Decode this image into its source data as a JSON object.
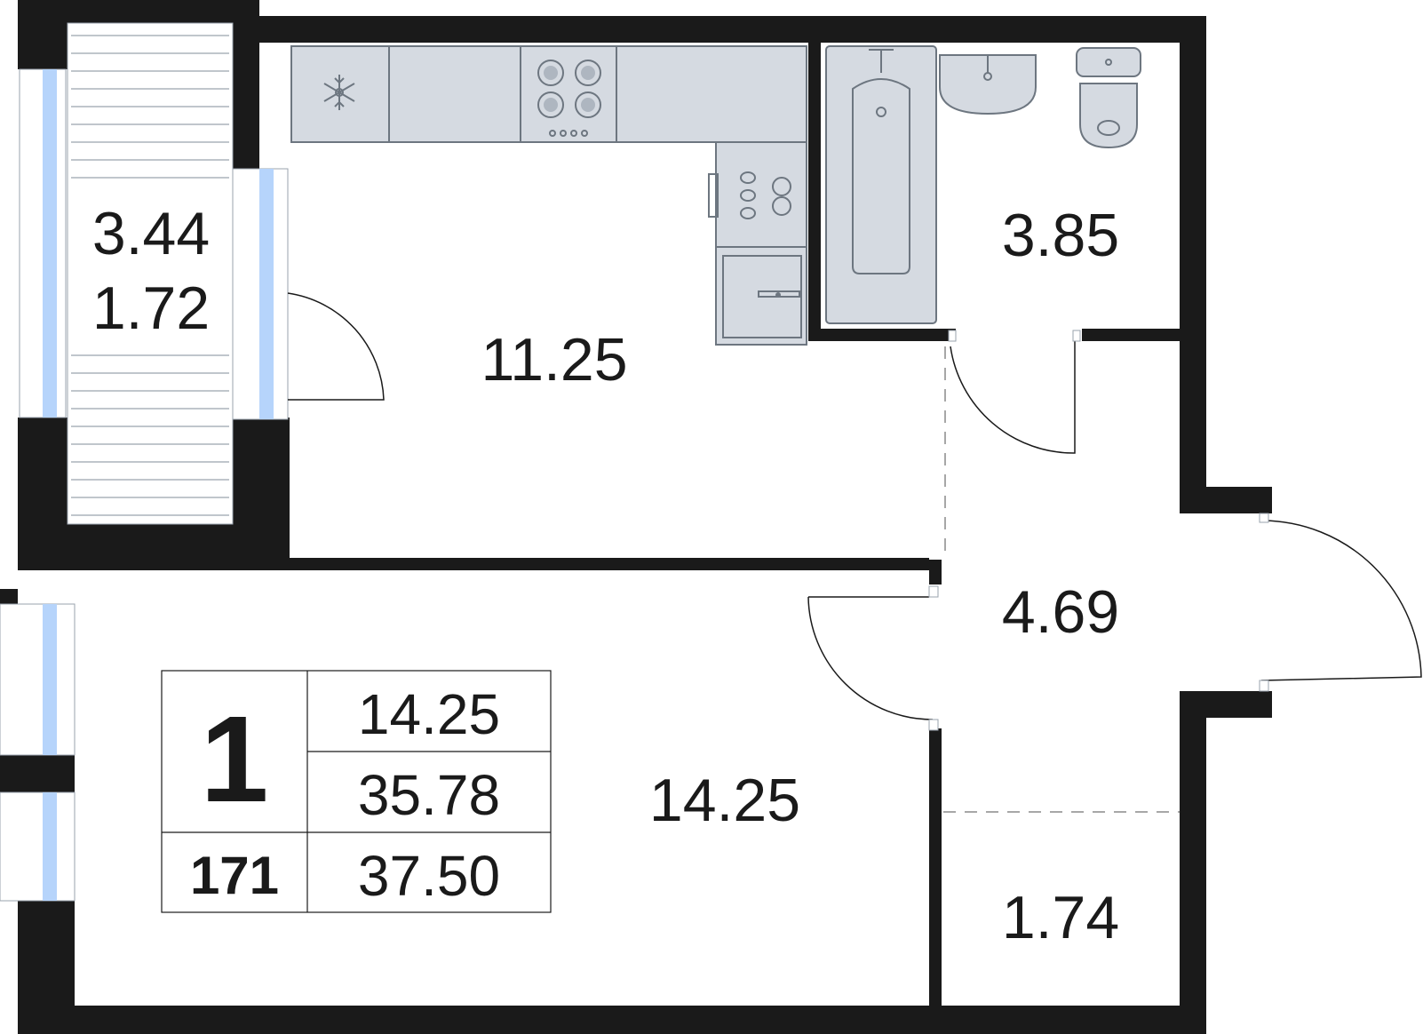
{
  "floor_plan": {
    "rooms": [
      {
        "id": "balcony",
        "area": "3.44",
        "area_reduced": "1.72"
      },
      {
        "id": "kitchen",
        "area": "11.25"
      },
      {
        "id": "bathroom",
        "area": "3.85"
      },
      {
        "id": "hall",
        "area": "4.69"
      },
      {
        "id": "living-room",
        "area": "14.25"
      },
      {
        "id": "storage",
        "area": "1.74"
      }
    ],
    "info_box": {
      "rooms_count": "1",
      "apartment_number": "171",
      "living_area": "14.25",
      "total_area": "35.78",
      "total_area_with_balcony": "37.50"
    },
    "colors": {
      "walls": "#1a1a1a",
      "fixtures": "#d5dae1",
      "windows": "#b6d4fb",
      "background": "#ffffff"
    },
    "icons": [
      "snowflake-icon",
      "stove-icon",
      "sink-icon",
      "bathtub-icon",
      "washbasin-icon",
      "toilet-icon",
      "washing-machine-icon"
    ]
  }
}
